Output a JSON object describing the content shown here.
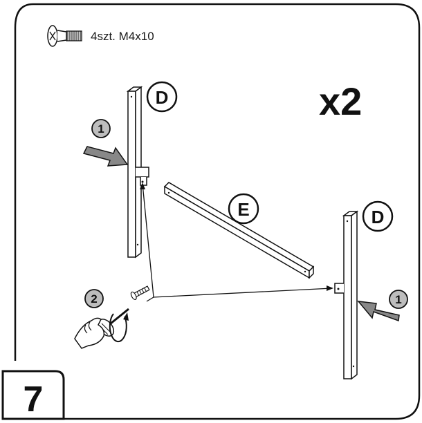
{
  "step": {
    "number": "7"
  },
  "hardware": {
    "label": "4szt. M4x10",
    "icon": "screw-icon"
  },
  "multiplier": "x2",
  "parts": {
    "post_left": "D",
    "post_right": "D",
    "rail": "E"
  },
  "callouts": {
    "press_left": "1",
    "screw": "2",
    "press_right": "1"
  }
}
